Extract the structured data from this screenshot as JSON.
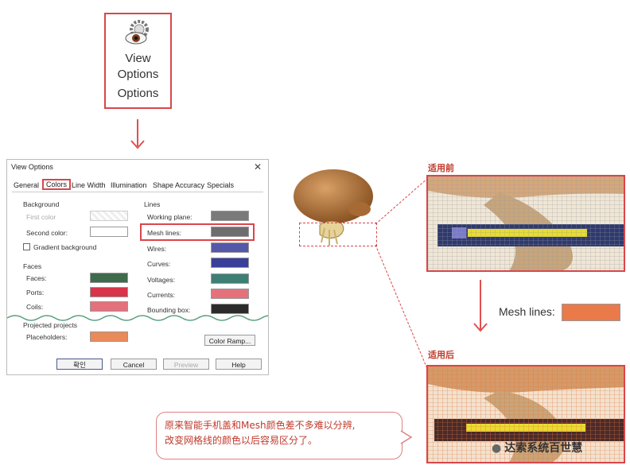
{
  "view_options_button": {
    "line1": "View",
    "line2": "Options",
    "line3": "Options",
    "icon": "gear-eye-icon"
  },
  "dialog": {
    "title": "View Options",
    "tabs": [
      "General",
      "Colors",
      "Line Width",
      "Illumination",
      "Shape Accuracy",
      "Specials"
    ],
    "active_tab": "Colors",
    "background": {
      "heading": "Background",
      "first_color": "First color",
      "second_color": "Second color:",
      "gradient": "Gradient background"
    },
    "faces": {
      "heading": "Faces",
      "items": [
        {
          "label": "Faces:",
          "color": "#3d6b4b"
        },
        {
          "label": "Ports:",
          "color": "#d8344a"
        },
        {
          "label": "Coils:",
          "color": "#e4707b"
        }
      ]
    },
    "lines": {
      "heading": "Lines",
      "items": [
        {
          "label": "Working plane:",
          "color": "#7a7a7a"
        },
        {
          "label": "Mesh lines:",
          "color": "#6e6e6e"
        },
        {
          "label": "Wires:",
          "color": "#5558a8"
        },
        {
          "label": "Curves:",
          "color": "#3a3f9a"
        },
        {
          "label": "Voltages:",
          "color": "#3e7f73"
        },
        {
          "label": "Currents:",
          "color": "#e5727b"
        },
        {
          "label": "Bounding box:",
          "color": "#2b2b2b"
        }
      ]
    },
    "projected": {
      "heading": "Projected projects",
      "placeholders": "Placeholders:",
      "color": "#e98a5a"
    },
    "color_ramp": "Color Ramp...",
    "buttons": {
      "ok": "확인",
      "cancel": "Cancel",
      "preview": "Preview",
      "help": "Help"
    }
  },
  "before_label": "适用前",
  "after_label": "适用后",
  "mesh_lines_result": {
    "label": "Mesh lines:",
    "color": "#ea7a4a"
  },
  "note": {
    "line1": "原来智能手机盖和Mesh颜色差不多难以分辨,",
    "line2": "改变网格线的颜色以后容易区分了。"
  },
  "watermark": "达索系统百世慧"
}
